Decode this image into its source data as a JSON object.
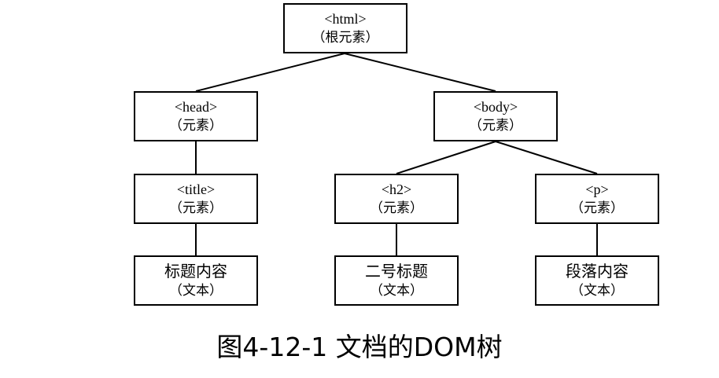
{
  "nodes": {
    "html": {
      "tag": "<html>",
      "sub": "（根元素）"
    },
    "head": {
      "tag": "<head>",
      "sub": "（元素）"
    },
    "body": {
      "tag": "<body>",
      "sub": "（元素）"
    },
    "title": {
      "tag": "<title>",
      "sub": "（元素）"
    },
    "h2": {
      "tag": "<h2>",
      "sub": "（元素）"
    },
    "p": {
      "tag": "<p>",
      "sub": "（元素）"
    },
    "title_text": {
      "text": "标题内容",
      "sub": "（文本）"
    },
    "h2_text": {
      "text": "二号标题",
      "sub": "（文本）"
    },
    "p_text": {
      "text": "段落内容",
      "sub": "（文本）"
    }
  },
  "caption": "图4-12-1  文档的DOM树"
}
